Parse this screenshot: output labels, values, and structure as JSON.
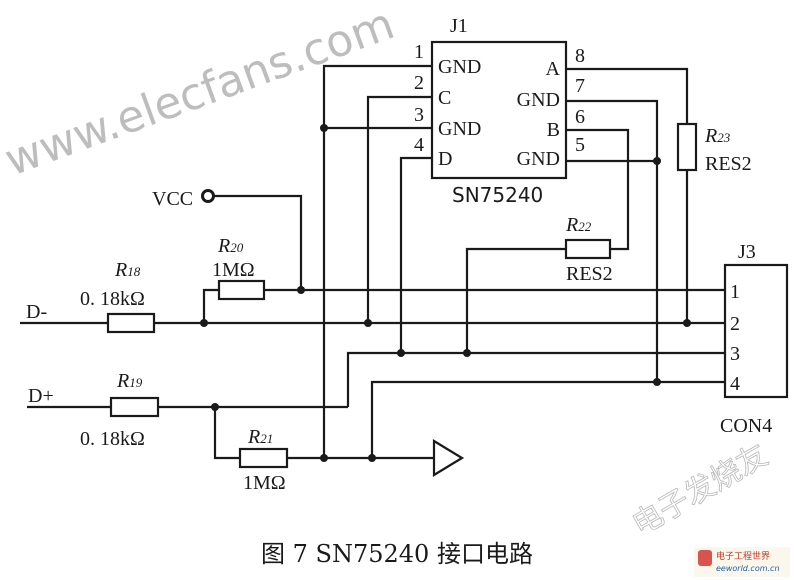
{
  "j1": {
    "ref": "J1",
    "part": "SN75240",
    "pins_left": [
      {
        "num": "1",
        "name": "GND"
      },
      {
        "num": "2",
        "name": "C"
      },
      {
        "num": "3",
        "name": "GND"
      },
      {
        "num": "4",
        "name": "D"
      }
    ],
    "pins_right": [
      {
        "num": "8",
        "name": "A"
      },
      {
        "num": "7",
        "name": "GND"
      },
      {
        "num": "6",
        "name": "B"
      },
      {
        "num": "5",
        "name": "GND"
      }
    ]
  },
  "j3": {
    "ref": "J3",
    "part": "CON4",
    "pins": [
      "1",
      "2",
      "3",
      "4"
    ]
  },
  "resistors": {
    "r18": {
      "ref": "R",
      "sub": "18",
      "value": "0. 18kΩ"
    },
    "r19": {
      "ref": "R",
      "sub": "19",
      "value": "0. 18kΩ"
    },
    "r20": {
      "ref": "R",
      "sub": "20",
      "value": "1MΩ"
    },
    "r21": {
      "ref": "R",
      "sub": "21",
      "value": "1MΩ"
    },
    "r22": {
      "ref": "R",
      "sub": "22",
      "value": "RES2"
    },
    "r23": {
      "ref": "R",
      "sub": "23",
      "value": "RES2"
    }
  },
  "nets": {
    "vcc": "VCC",
    "d_minus": "D-",
    "d_plus": "D+"
  },
  "caption": "图 7  SN75240 接口电路",
  "watermarks": {
    "site": "www.elecfans.com",
    "brand": "电子发烧友",
    "logo_cn": "电子工程世界",
    "logo_en": "eeworld.com.cn"
  }
}
